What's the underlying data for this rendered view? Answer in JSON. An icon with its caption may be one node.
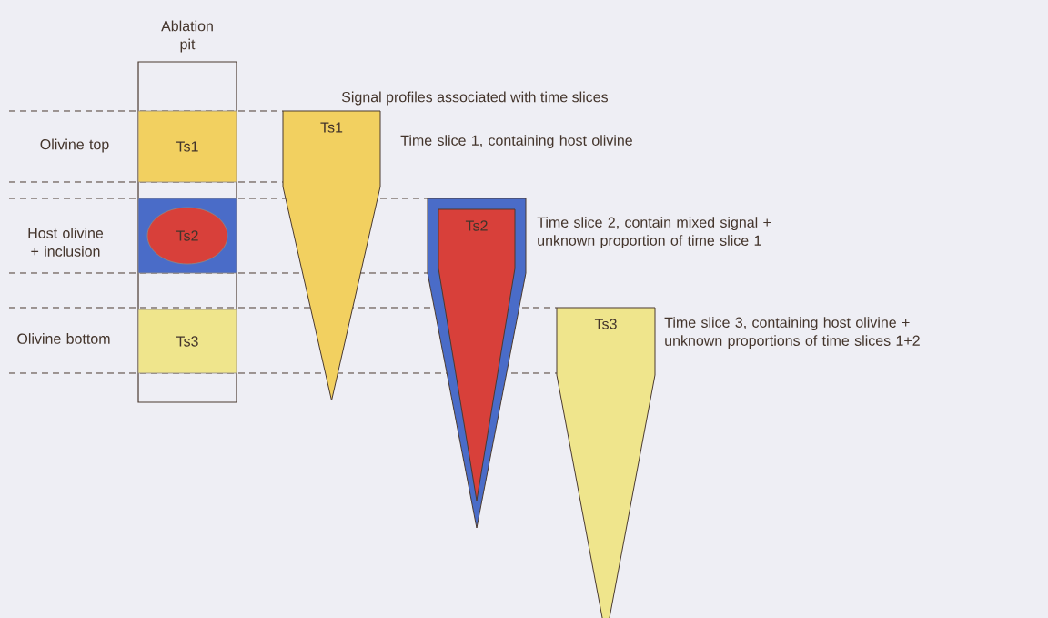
{
  "diagram": {
    "title": "Signal profiles associated with time slices",
    "nodes": [
      {
        "text": [
          "Ablation pit"
        ]
      },
      {
        "text": [
          "Ts1"
        ],
        "in": 0
      },
      {
        "text": [],
        "shape": "box",
        "in": 0
      },
      {
        "text": [
          "Ts2"
        ],
        "in": 2
      },
      {
        "text": [
          "Ts3"
        ],
        "in": 0
      },
      {
        "text": [
          "Ts1"
        ],
        "beside": [
          "Time slice 1, containing host olivine"
        ]
      },
      {
        "text": [],
        "shape": "funnel",
        "beside": [
          "Time slice 2, contain mixed signal + unknown proportion of time slice 1"
        ]
      },
      {
        "text": [
          "Ts2"
        ],
        "in": 6
      },
      {
        "text": [
          "Ts3"
        ],
        "beside": [
          "Time slice 3, containing host olivine + unknown proportions of time slices 1+2"
        ]
      }
    ],
    "edges": [],
    "labels": [
      "Olivine top",
      "Host olivine + inclusion",
      "Olivine bottom"
    ]
  }
}
